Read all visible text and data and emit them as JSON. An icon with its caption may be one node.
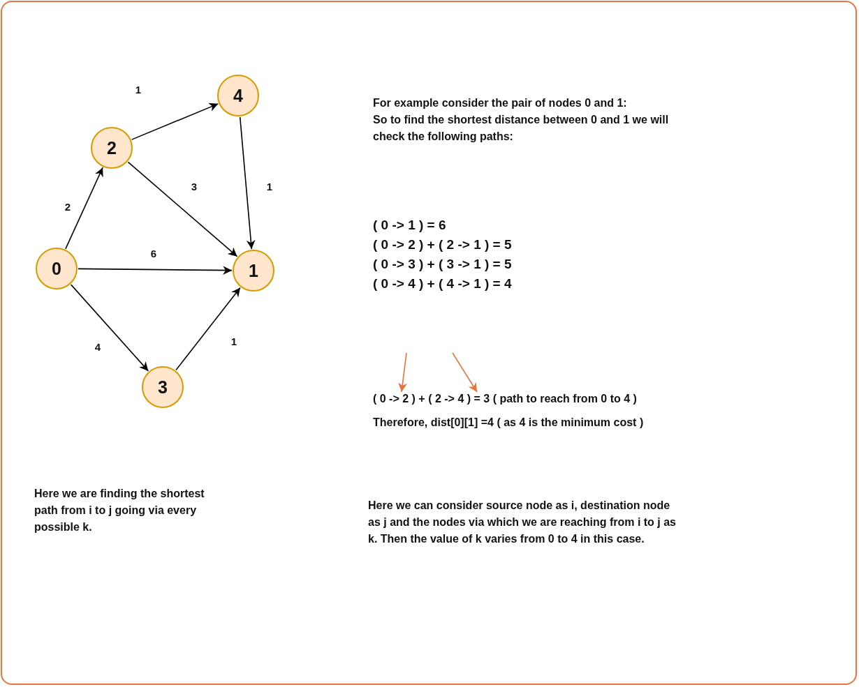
{
  "diagram": {
    "nodes": [
      {
        "text": [
          "4"
        ]
      },
      {
        "text": [
          "2"
        ]
      },
      {
        "text": [
          "0"
        ]
      },
      {
        "text": [
          "1"
        ]
      },
      {
        "text": [
          "3"
        ]
      },
      {
        "text": [
          "( 0 -> 2 ) + ( 2 -> 4 ) = 3 ( path to reach from 0 to 4 )"
        ]
      }
    ],
    "edges": [
      {
        "from": 1,
        "to": 0,
        "arrow": "to",
        "label": "1"
      },
      {
        "from": 1,
        "to": 3,
        "arrow": "to",
        "label": "3"
      },
      {
        "from": 0,
        "to": 3,
        "arrow": "to",
        "label": "1"
      },
      {
        "from": 2,
        "to": 1,
        "arrow": "to",
        "label": "2"
      },
      {
        "from": 2,
        "to": 3,
        "arrow": "to",
        "label": "6"
      },
      {
        "from": 2,
        "to": 4,
        "arrow": "to",
        "label": "4"
      },
      {
        "from": 4,
        "to": 3,
        "arrow": "to",
        "label": "1"
      },
      {
        "from": null,
        "to": 5,
        "arrow": "to",
        "color": "#e8743b"
      },
      {
        "from": null,
        "to": 5,
        "arrow": "to",
        "color": "#e8743b"
      }
    ],
    "labels": [
      "For example consider the pair of nodes 0 and 1:",
      "So to find the shortest distance between 0 and 1 we will check the following paths:",
      "( 0 -> 1 ) = 6",
      "( 0 -> 2 ) + ( 2 -> 1 ) = 5",
      "( 0 -> 3 ) + ( 3 -> 1 ) = 5",
      "( 0 -> 4 ) + ( 4 -> 1 ) = 4",
      "Therefore, dist[0][1] =4 ( as 4 is the minimum cost )",
      "Here we are finding the shortest path from i to j going via every possible k.",
      "Here we can consider source node as i, destination node as j and the nodes via which we are reaching from i to j as k. Then the value of k varies from 0 to 4 in this case."
    ]
  }
}
